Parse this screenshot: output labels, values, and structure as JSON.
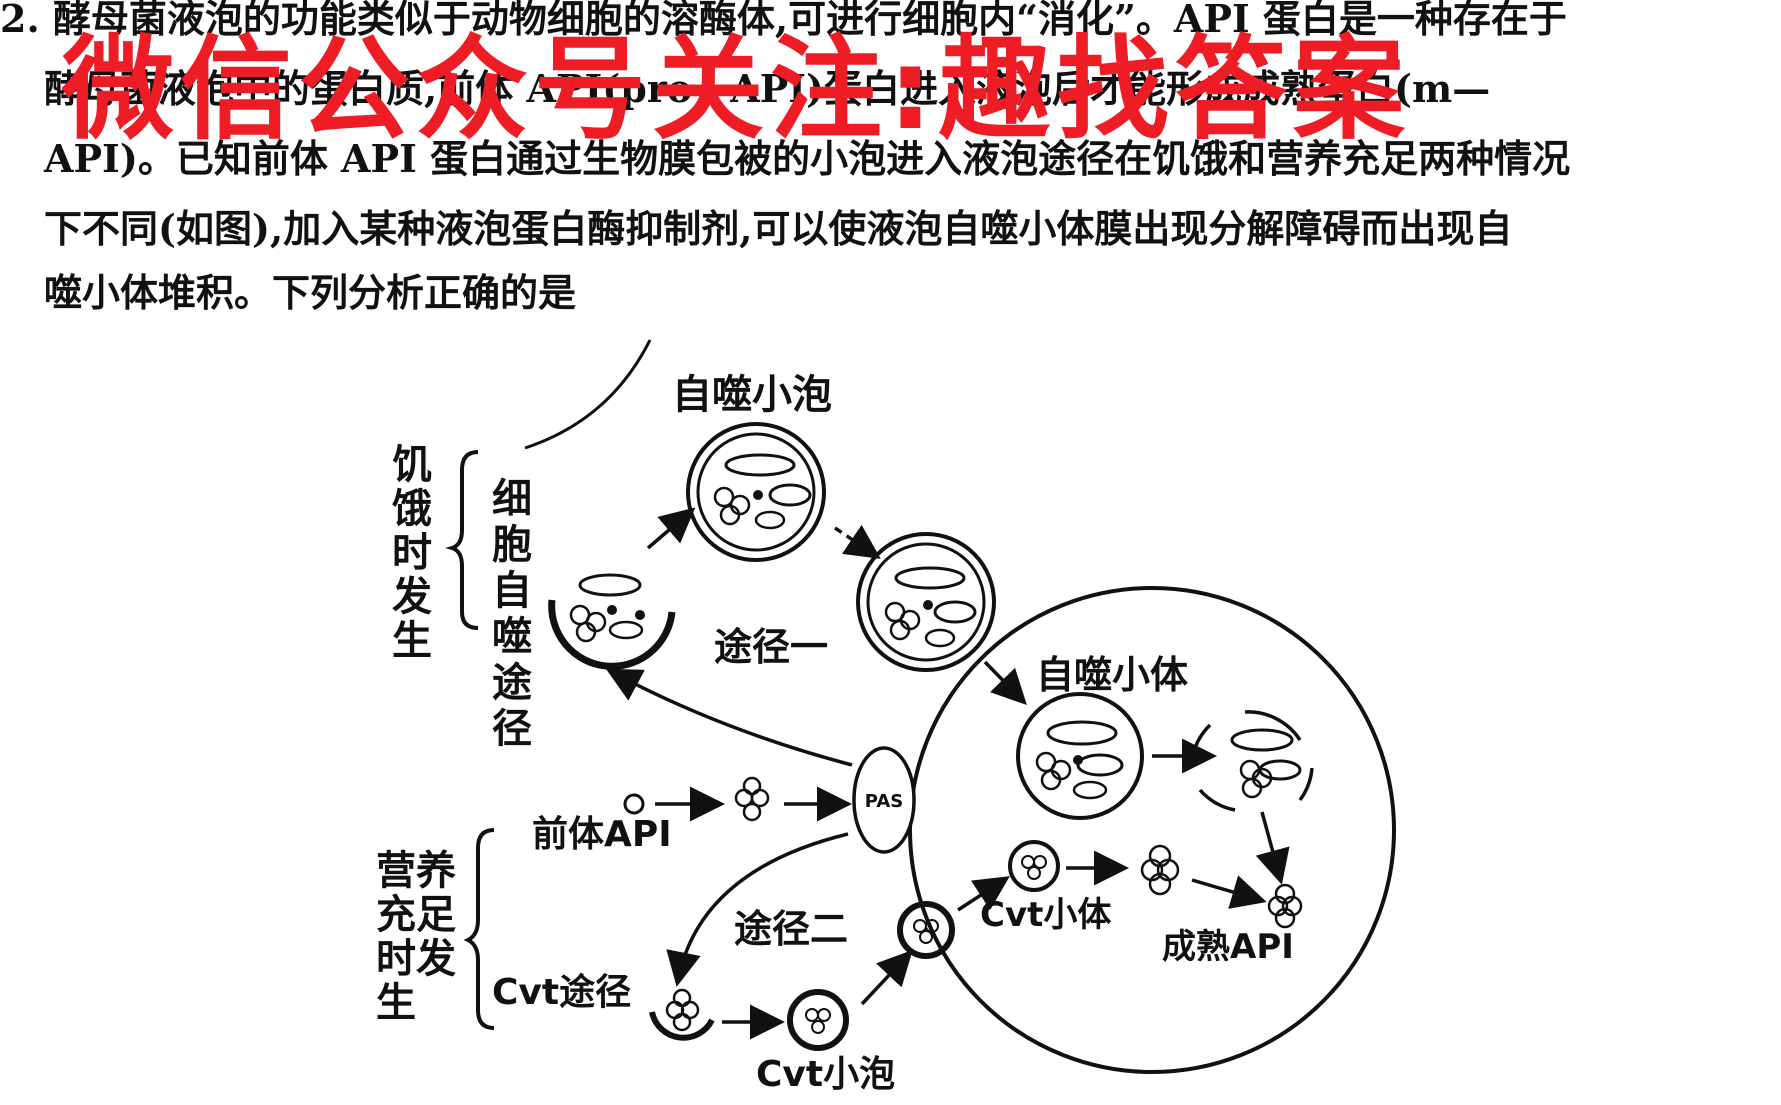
{
  "question": {
    "lines": [
      "2. 酵母菌液泡的功能类似于动物细胞的溶酶体,可进行细胞内“消化”。API 蛋白是一种存在于",
      "酵母菌液泡中的蛋白质,前体 API(pro—API)蛋白进入液泡后才能形成成熟蛋白(m—",
      "API)。已知前体 API 蛋白通过生物膜包被的小泡进入液泡途径在饥饿和营养充足两种情况",
      "下不同(如图),加入某种液泡蛋白酶抑制剂,可以使液泡自噬小体膜出现分解障碍而出现自",
      "噬小体堆积。下列分析正确的是"
    ]
  },
  "watermark": "微信公众号关注:趣找答案",
  "diagram": {
    "labels": {
      "starvation": [
        "饥",
        "饿",
        "时",
        "发",
        "生"
      ],
      "cvt_autophagy": [
        "细",
        "胞",
        "自",
        "噬",
        "途",
        "径"
      ],
      "autophagosome_vesicle": "自噬小泡",
      "pathway1": "途径一",
      "autophagic_body": "自噬小体",
      "pas": "PAS",
      "precursor_api": "前体API",
      "nutrient_rich": [
        "营养",
        "充足",
        "时发",
        "生"
      ],
      "cvt_pathway": "Cvt途径",
      "pathway2": "途径二",
      "cvt_body": "Cvt小体",
      "mature_api": "成熟API",
      "cvt_vesicle": "Cvt小泡"
    }
  }
}
